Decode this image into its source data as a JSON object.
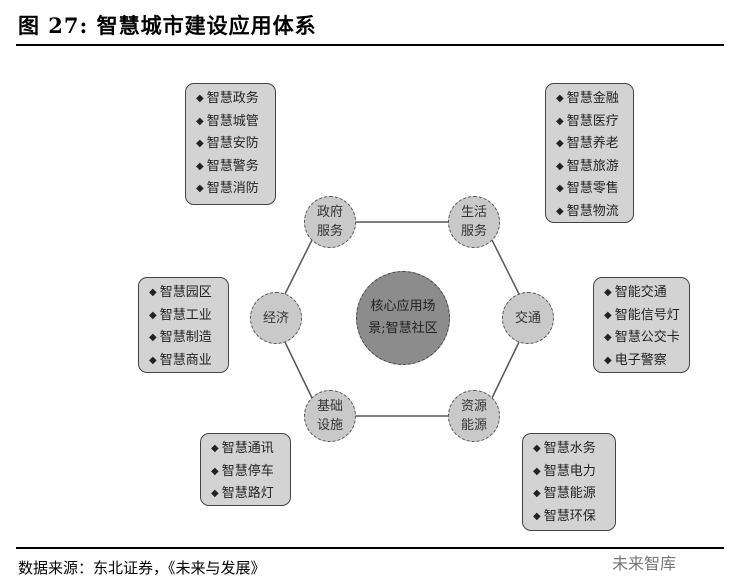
{
  "title": "图 27: 智慧城市建设应用体系",
  "center": "核心应用场景;智慧社区",
  "nodes": {
    "gov": "政府服务",
    "life": "生活服务",
    "econ": "经济",
    "traffic": "交通",
    "infra": "基础设施",
    "energy": "资源能源"
  },
  "boxes": {
    "gov": [
      "智慧政务",
      "智慧城管",
      "智慧安防",
      "智慧警务",
      "智慧消防"
    ],
    "life": [
      "智慧金融",
      "智慧医疗",
      "智慧养老",
      "智慧旅游",
      "智慧零售",
      "智慧物流"
    ],
    "econ": [
      "智慧园区",
      "智慧工业",
      "智慧制造",
      "智慧商业"
    ],
    "traffic": [
      "智能交通",
      "智能信号灯",
      "智慧公交卡",
      "电子警察"
    ],
    "infra": [
      "智慧通讯",
      "智慧停车",
      "智慧路灯"
    ],
    "energy": [
      "智慧水务",
      "智慧电力",
      "智慧能源",
      "智慧环保"
    ]
  },
  "source": "数据来源：东北证券，《未来与发展》",
  "watermark": "未来智库"
}
